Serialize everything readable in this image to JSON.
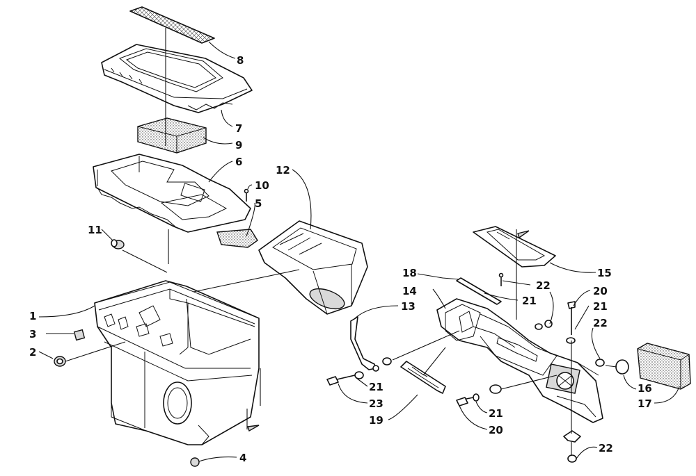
{
  "callouts": [
    {
      "id": "c8",
      "text": "8"
    },
    {
      "id": "c7",
      "text": "7"
    },
    {
      "id": "c9",
      "text": "9"
    },
    {
      "id": "c6",
      "text": "6"
    },
    {
      "id": "c12",
      "text": "12"
    },
    {
      "id": "c10",
      "text": "10"
    },
    {
      "id": "c5",
      "text": "5"
    },
    {
      "id": "c11",
      "text": "11"
    },
    {
      "id": "c1",
      "text": "1"
    },
    {
      "id": "c3",
      "text": "3"
    },
    {
      "id": "c2",
      "text": "2"
    },
    {
      "id": "c4",
      "text": "4"
    },
    {
      "id": "c15",
      "text": "15"
    },
    {
      "id": "c18",
      "text": "18"
    },
    {
      "id": "c22a",
      "text": "22"
    },
    {
      "id": "c14",
      "text": "14"
    },
    {
      "id": "c21a",
      "text": "21"
    },
    {
      "id": "c20a",
      "text": "20"
    },
    {
      "id": "c21b",
      "text": "21"
    },
    {
      "id": "c13",
      "text": "13"
    },
    {
      "id": "c22b",
      "text": "22"
    },
    {
      "id": "c21c",
      "text": "21"
    },
    {
      "id": "c23",
      "text": "23"
    },
    {
      "id": "c16",
      "text": "16"
    },
    {
      "id": "c17",
      "text": "17"
    },
    {
      "id": "c19",
      "text": "19"
    },
    {
      "id": "c21d",
      "text": "21"
    },
    {
      "id": "c20b",
      "text": "20"
    },
    {
      "id": "c22c",
      "text": "22"
    }
  ]
}
